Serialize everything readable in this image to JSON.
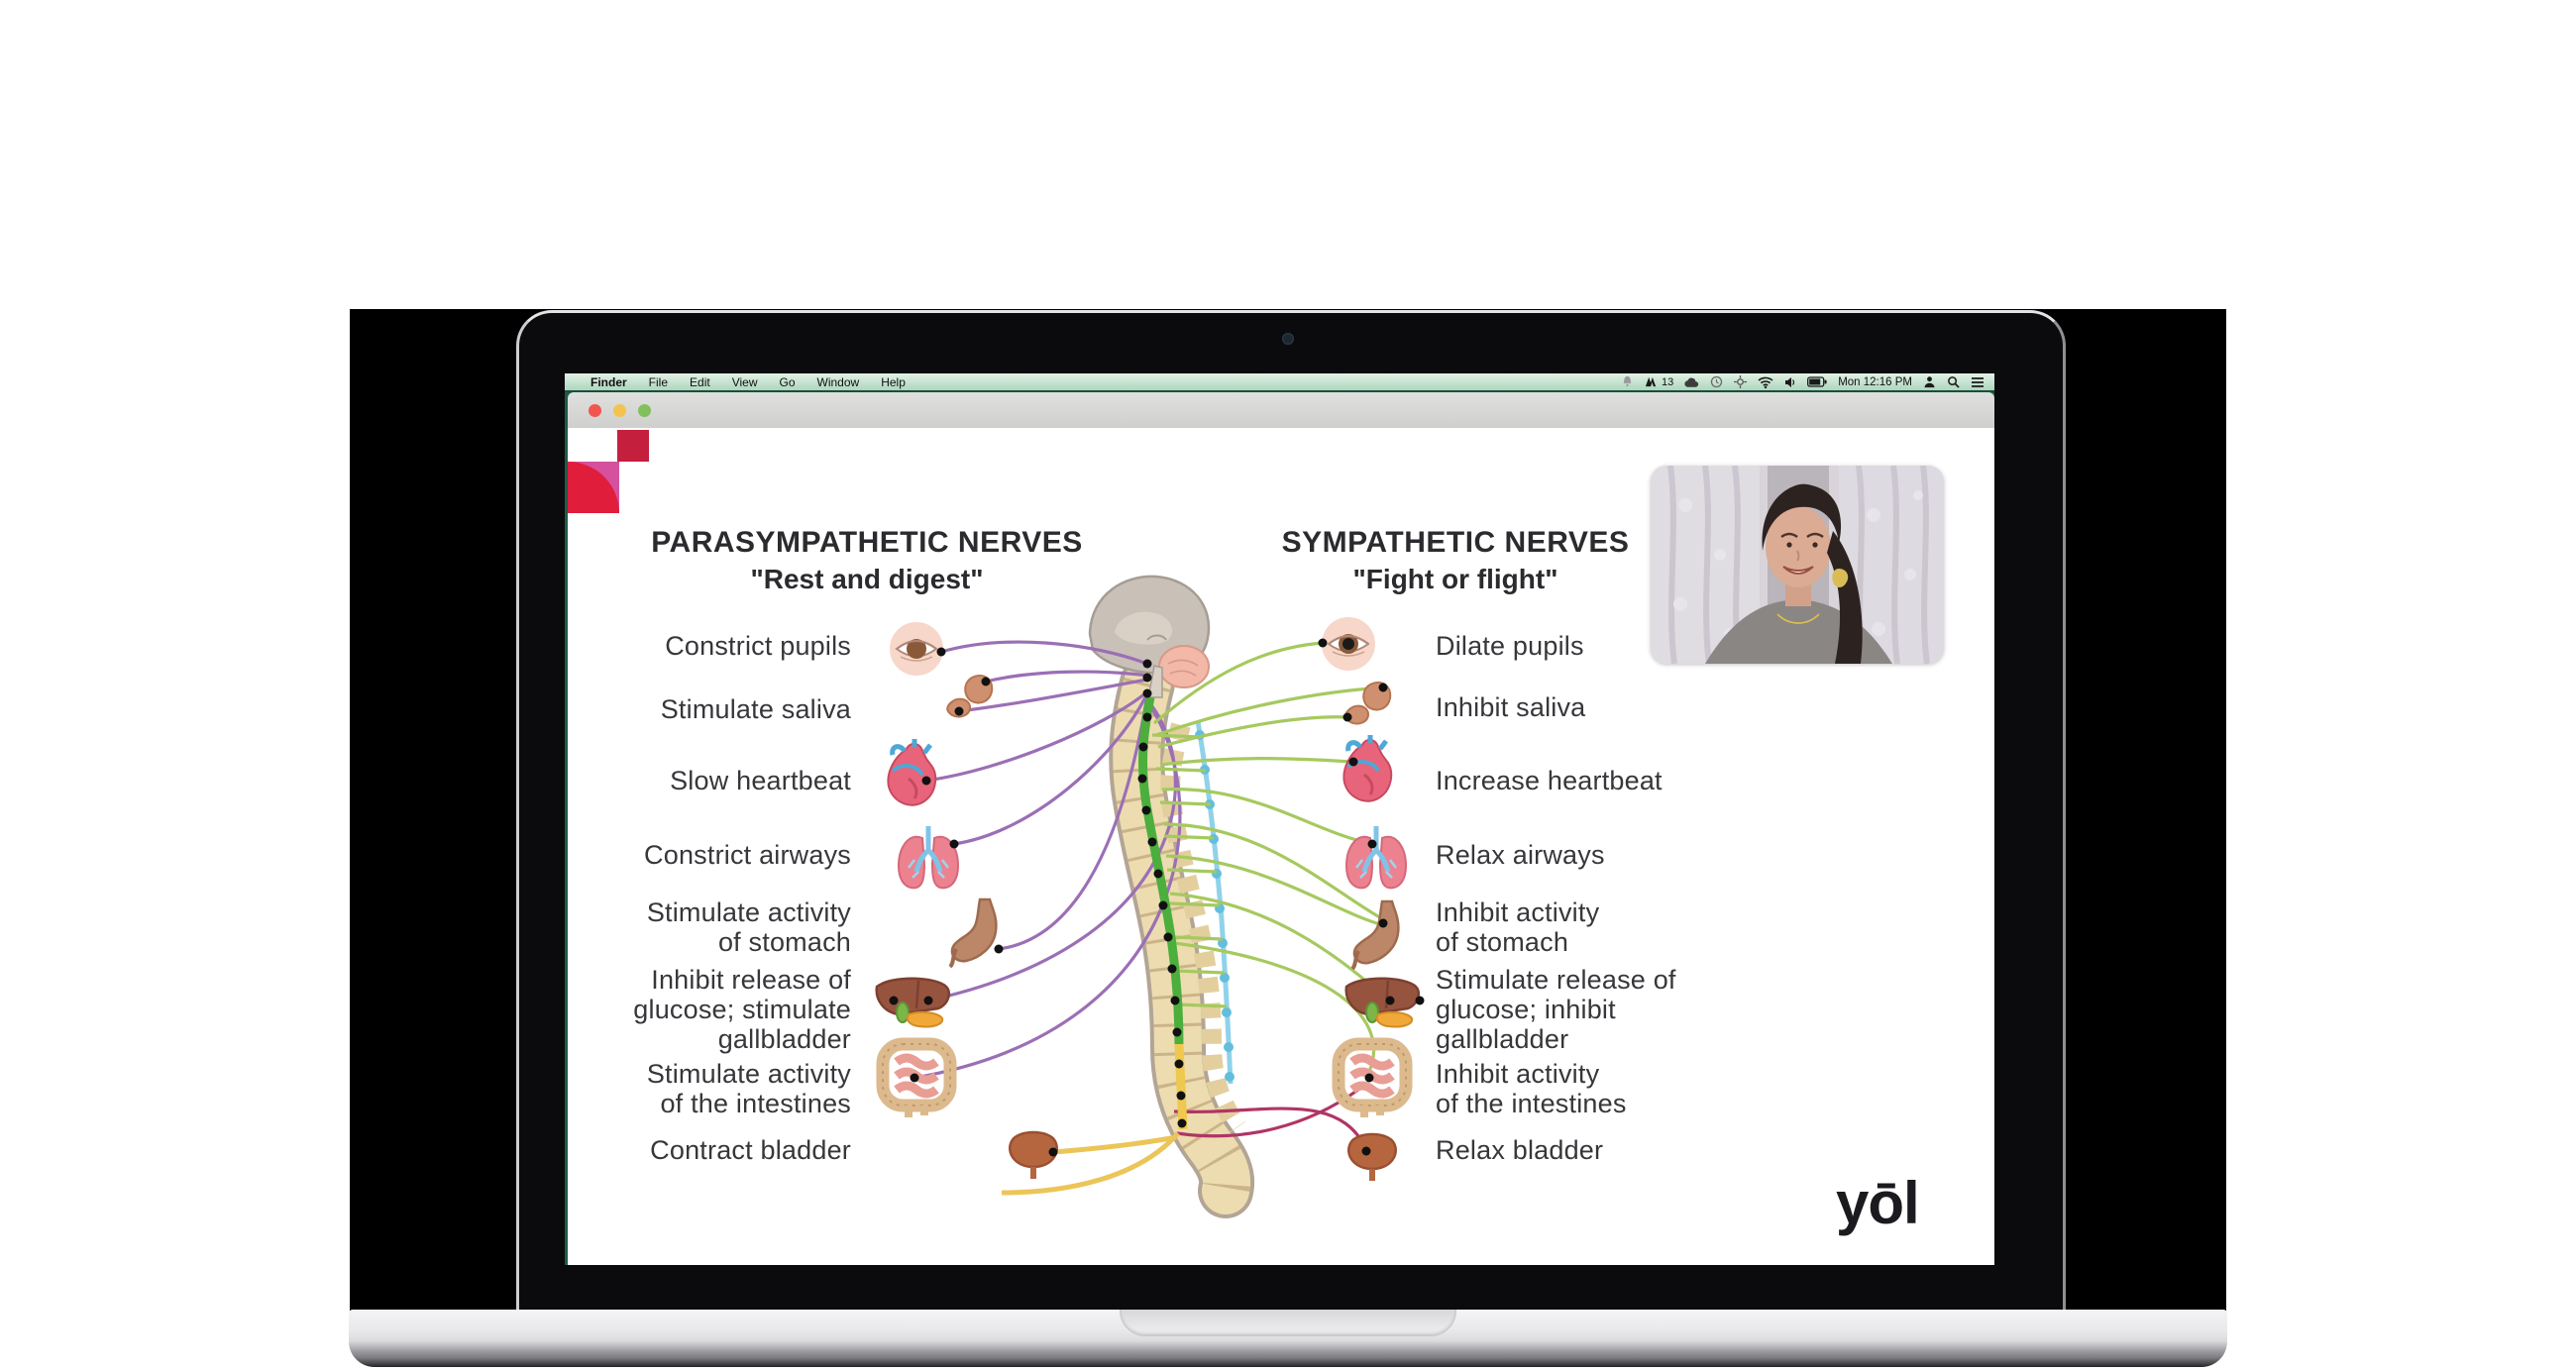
{
  "menu_bar": {
    "apple_icon": "apple-logo",
    "items": [
      "Finder",
      "File",
      "Edit",
      "View",
      "Go",
      "Window",
      "Help"
    ],
    "status": {
      "badge_count": "13",
      "clock": "Mon 12:16 PM",
      "icons": [
        "bell-icon",
        "app-badge-icon",
        "cloud-icon",
        "clock-icon",
        "crosshair-icon",
        "wifi-icon",
        "volume-icon",
        "battery-icon",
        "user-icon",
        "search-icon",
        "list-icon"
      ]
    }
  },
  "window": {
    "traffic_lights": [
      "close",
      "minimize",
      "zoom"
    ]
  },
  "slide": {
    "brand": "yōl",
    "logo_colors": {
      "red": "#c51f3e",
      "pink": "#d5519d",
      "bright_red": "#e11d3c"
    },
    "left": {
      "title": "PARASYMPATHETIC NERVES",
      "subtitle": "\"Rest and digest\"",
      "labels": [
        "Constrict pupils",
        "Stimulate saliva",
        "Slow heartbeat",
        "Constrict airways",
        "Stimulate activity\nof stomach",
        "Inhibit release of\nglucose; stimulate\ngallbladder",
        "Stimulate activity\nof the intestines",
        "Contract bladder"
      ]
    },
    "right": {
      "title": "SYMPATHETIC NERVES",
      "subtitle": "\"Fight or flight\"",
      "labels": [
        "Dilate pupils",
        "Inhibit saliva",
        "Increase heartbeat",
        "Relax airways",
        "Inhibit activity\nof stomach",
        "Stimulate release of\nglucose; inhibit\ngallbladder",
        "Inhibit activity\nof the intestines",
        "Relax bladder"
      ]
    },
    "diagram": {
      "organs": [
        "eye",
        "salivary-glands",
        "heart",
        "lungs",
        "stomach",
        "liver-gallbladder",
        "intestines",
        "bladder"
      ],
      "nerve_colors": {
        "parasympathetic": "#9b6fb5",
        "sympathetic": "#a6c95f",
        "sympathetic_chain": "#8fd2ea",
        "sacral": "#b03565",
        "cauda": "#ecc558",
        "spinal_cord": "#4cae3d"
      }
    }
  }
}
